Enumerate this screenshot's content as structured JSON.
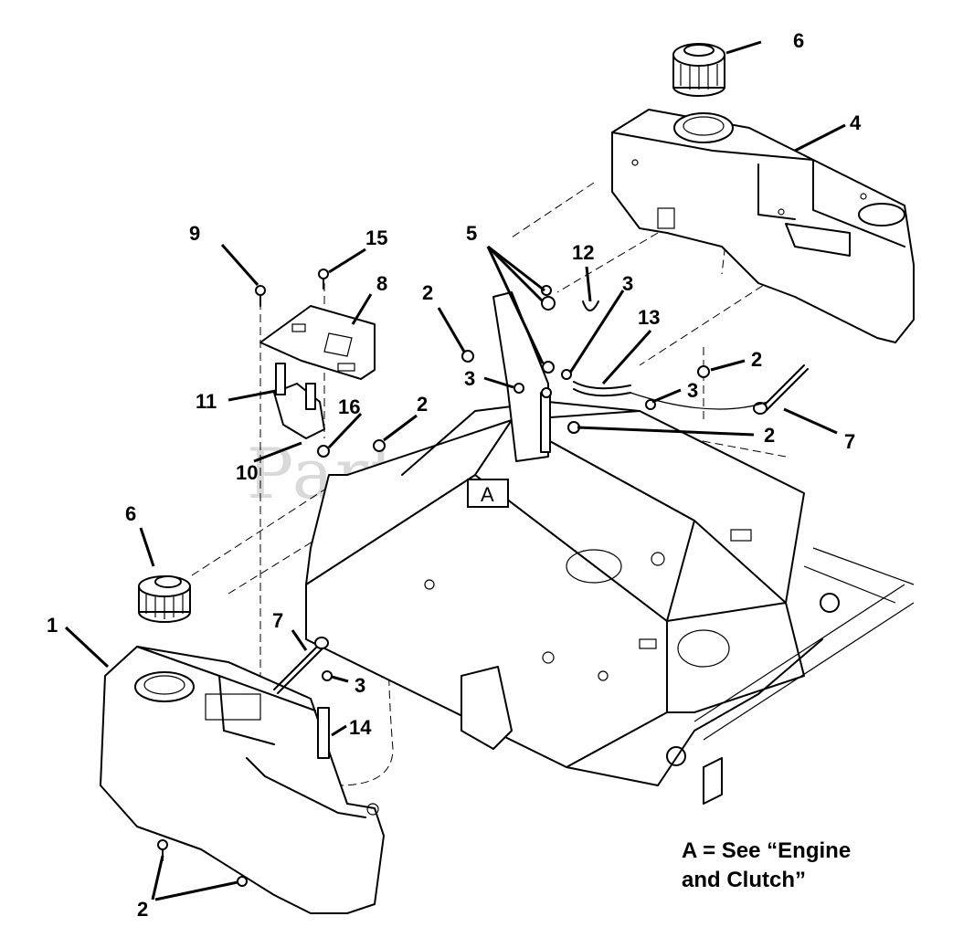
{
  "watermark": "PartsTree",
  "callouts": {
    "c1": "1",
    "c2a": "2",
    "c2b": "2",
    "c2c": "2",
    "c2d": "2",
    "c2e": "2",
    "c3a": "3",
    "c3b": "3",
    "c3c": "3",
    "c3d": "3",
    "c4": "4",
    "c5": "5",
    "c6a": "6",
    "c6b": "6",
    "c7a": "7",
    "c7b": "7",
    "c8": "8",
    "c9": "9",
    "c10": "10",
    "c11": "11",
    "c12": "12",
    "c13": "13",
    "c14": "14",
    "c15": "15",
    "c16": "16"
  },
  "reference_box": "A",
  "note_line1": "A = See “Engine",
  "note_line2": "and Clutch”"
}
